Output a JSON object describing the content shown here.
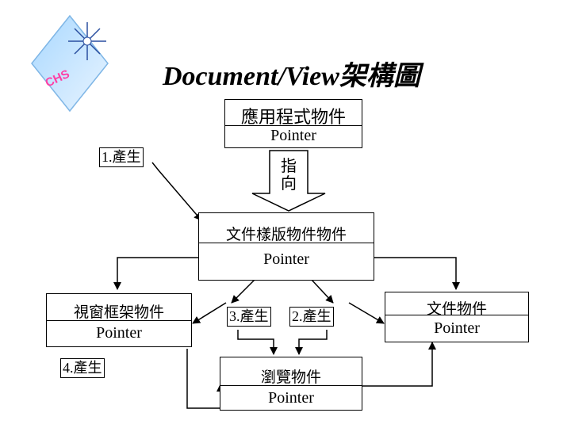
{
  "title": "Document/View架構圖",
  "logo": {
    "text": "CHS"
  },
  "app_object": {
    "name": "應用程式物件",
    "pointer": "Pointer"
  },
  "big_arrow": {
    "text": "指向"
  },
  "doc_template": {
    "name": "文件樣版物件物件",
    "pointer": "Pointer"
  },
  "frame_object": {
    "name": "視窗框架物件",
    "pointer": "Pointer"
  },
  "document_object": {
    "name": "文件物件",
    "pointer": "Pointer"
  },
  "view_object": {
    "name": "瀏覽物件",
    "pointer": "Pointer"
  },
  "steps": {
    "s1": {
      "num": "1.",
      "text": "產生"
    },
    "s2": {
      "num": "2.",
      "text": "產生"
    },
    "s3": {
      "num": "3.",
      "text": "產生"
    },
    "s4": {
      "num": "4.",
      "text": "產生"
    }
  }
}
